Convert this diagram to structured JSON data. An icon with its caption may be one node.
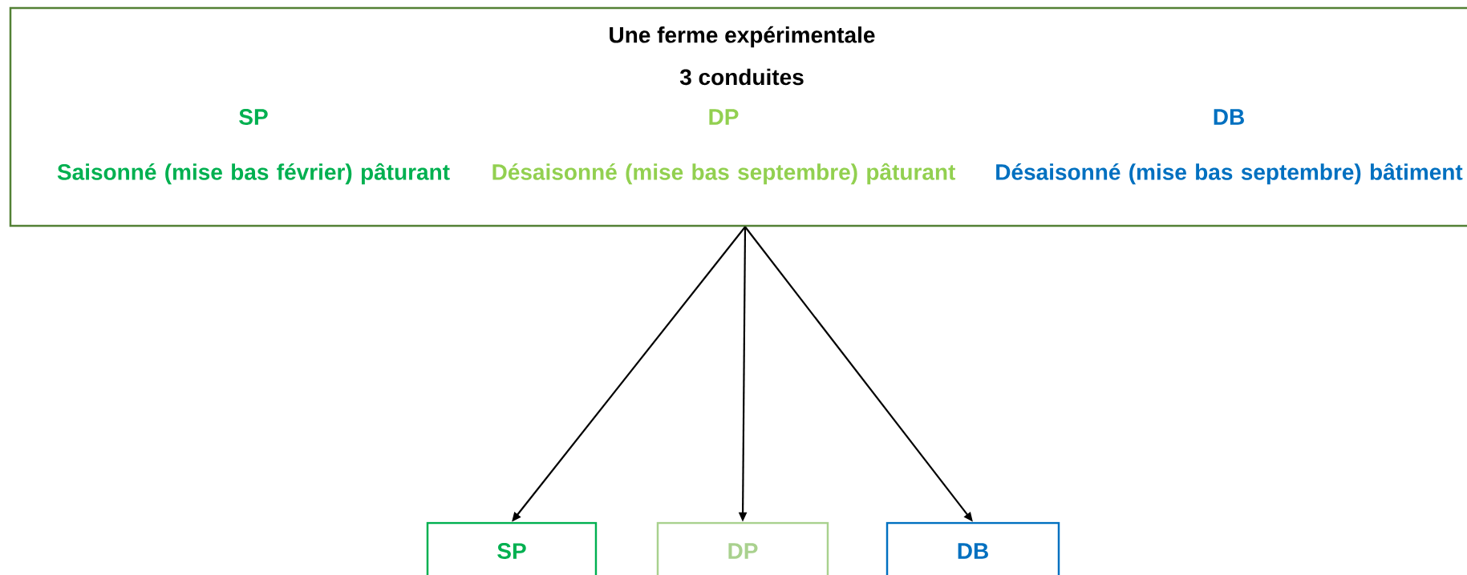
{
  "diagram": {
    "nodes": [
      {
        "text": [
          "Une ferme expérimentale",
          "3 conduites",
          "SP",
          "Saisonné (mise bas février) pâturant",
          "DP",
          "Désaisonné (mise bas septembre) pâturant",
          "DB",
          "Désaisonné (mise bas septembre) bâtiment"
        ]
      },
      {
        "text": [
          "SP"
        ]
      },
      {
        "text": [
          "DP"
        ]
      },
      {
        "text": [
          "DB"
        ]
      }
    ],
    "edges": [
      {
        "from": 0,
        "to": 1,
        "arrow": "to"
      },
      {
        "from": 0,
        "to": 2,
        "arrow": "to"
      },
      {
        "from": 0,
        "to": 3,
        "arrow": "to"
      }
    ]
  }
}
